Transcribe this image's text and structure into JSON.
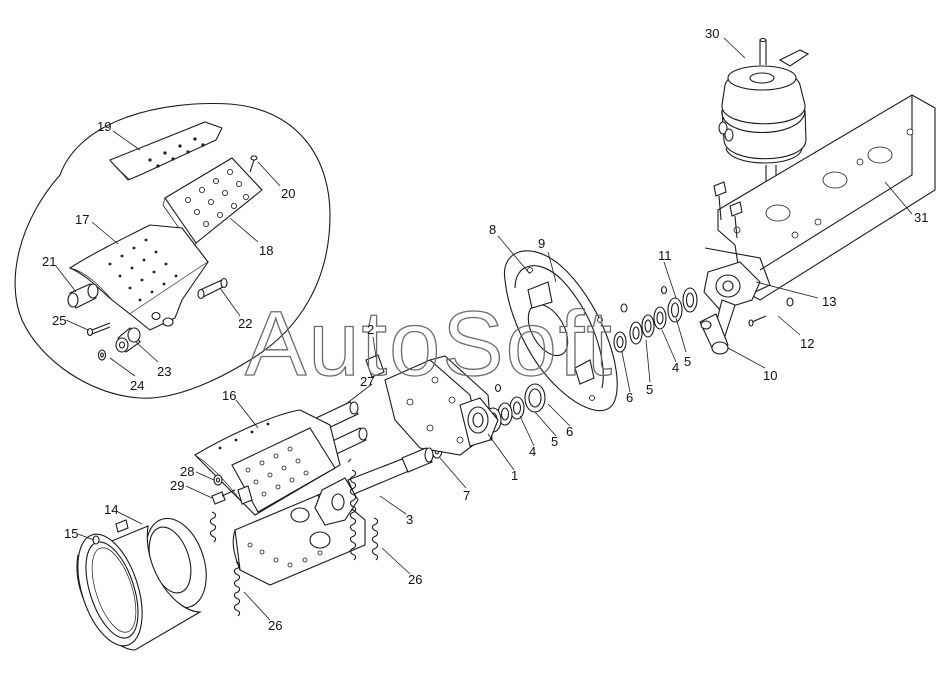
{
  "watermark": "AutoSoft",
  "callouts": [
    {
      "id": "c30",
      "text": "30"
    },
    {
      "id": "c31",
      "text": "31"
    },
    {
      "id": "c19",
      "text": "19"
    },
    {
      "id": "c20",
      "text": "20"
    },
    {
      "id": "c18",
      "text": "18"
    },
    {
      "id": "c17",
      "text": "17"
    },
    {
      "id": "c21",
      "text": "21"
    },
    {
      "id": "c22",
      "text": "22"
    },
    {
      "id": "c25",
      "text": "25"
    },
    {
      "id": "c23",
      "text": "23"
    },
    {
      "id": "c24",
      "text": "24"
    },
    {
      "id": "c8",
      "text": "8"
    },
    {
      "id": "c9",
      "text": "9"
    },
    {
      "id": "c11",
      "text": "11"
    },
    {
      "id": "c13",
      "text": "13"
    },
    {
      "id": "c12",
      "text": "12"
    },
    {
      "id": "c10",
      "text": "10"
    },
    {
      "id": "c5a",
      "text": "5"
    },
    {
      "id": "c4a",
      "text": "4"
    },
    {
      "id": "c5b",
      "text": "5"
    },
    {
      "id": "c6a",
      "text": "6"
    },
    {
      "id": "c2",
      "text": "2"
    },
    {
      "id": "c27",
      "text": "27"
    },
    {
      "id": "c16",
      "text": "16"
    },
    {
      "id": "c4b",
      "text": "4"
    },
    {
      "id": "c5c",
      "text": "5"
    },
    {
      "id": "c6b",
      "text": "6"
    },
    {
      "id": "c7",
      "text": "7"
    },
    {
      "id": "c1",
      "text": "1"
    },
    {
      "id": "c28",
      "text": "28"
    },
    {
      "id": "c29",
      "text": "29"
    },
    {
      "id": "c3",
      "text": "3"
    },
    {
      "id": "c14",
      "text": "14"
    },
    {
      "id": "c15",
      "text": "15"
    },
    {
      "id": "c26a",
      "text": "26"
    },
    {
      "id": "c26b",
      "text": "26"
    }
  ]
}
